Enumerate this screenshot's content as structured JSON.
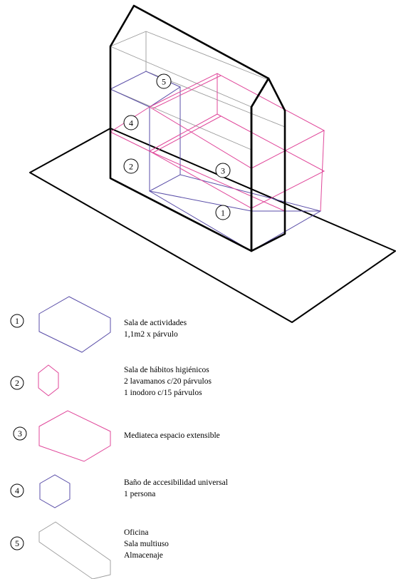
{
  "colors": {
    "outline": "#000000",
    "magenta": "#e0479a",
    "purple": "#5a4ea8",
    "gray": "#9a9a9a"
  },
  "diagram_markers": [
    "1",
    "2",
    "3",
    "4",
    "5"
  ],
  "legend": [
    {
      "number": "1",
      "color": "purple",
      "lines": [
        "Sala de actividades",
        "1,1m2 x párvulo"
      ]
    },
    {
      "number": "2",
      "color": "magenta",
      "lines": [
        "Sala de hábitos higiénicos",
        "2 lavamanos c/20 párvulos",
        "1 inodoro c/15 párvulos"
      ]
    },
    {
      "number": "3",
      "color": "magenta",
      "lines": [
        "Mediateca espacio extensible"
      ]
    },
    {
      "number": "4",
      "color": "purple",
      "lines": [
        "Baño de accesibilidad universal",
        "1 persona"
      ]
    },
    {
      "number": "5",
      "color": "gray",
      "lines": [
        "Oficina",
        "Sala multiuso",
        "Almacenaje"
      ]
    }
  ]
}
